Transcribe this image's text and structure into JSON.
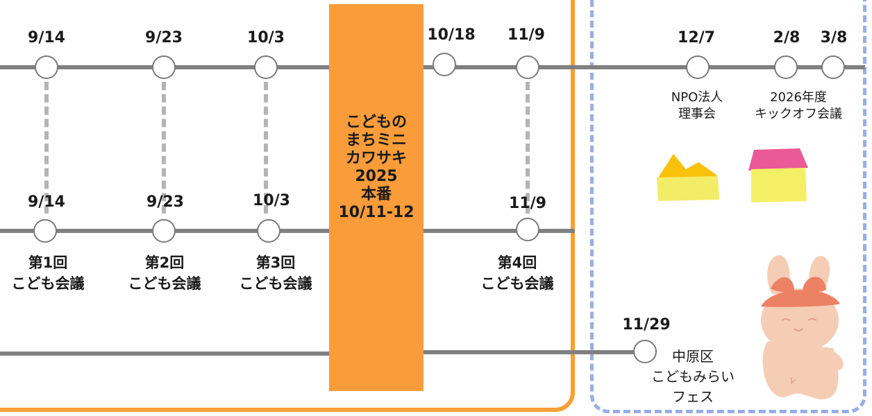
{
  "colors": {
    "accent_orange": "#f99c39",
    "orange_border": "#f7a035",
    "blue_dashed_border": "#97aee6",
    "line_gray": "#808080"
  },
  "top_row": {
    "dates": [
      "9/14",
      "9/23",
      "10/3",
      "10/18",
      "11/9",
      "12/7",
      "2/8",
      "3/8"
    ],
    "npo_label": [
      "NPO法人",
      "理事会"
    ],
    "kickoff_label": [
      "2026年度",
      "キックオフ会議"
    ]
  },
  "middle_row": {
    "dates": [
      "9/14",
      "9/23",
      "10/3",
      "11/9"
    ],
    "meetings": [
      [
        "第1回",
        "こども会議"
      ],
      [
        "第2回",
        "こども会議"
      ],
      [
        "第3回",
        "こども会議"
      ],
      [
        "第4回",
        "こども会議"
      ]
    ]
  },
  "event_block": {
    "lines": [
      "こどもの",
      "まちミニ",
      "カワサキ",
      "2025",
      "本番",
      "10/11-12"
    ]
  },
  "bottom_row": {
    "date": "11/29",
    "label": [
      "中原区",
      "こどもみらい",
      "フェス"
    ]
  },
  "icons": [
    "house-orange-roof-icon",
    "house-pink-roof-icon",
    "rabbit-mascot-icon"
  ]
}
